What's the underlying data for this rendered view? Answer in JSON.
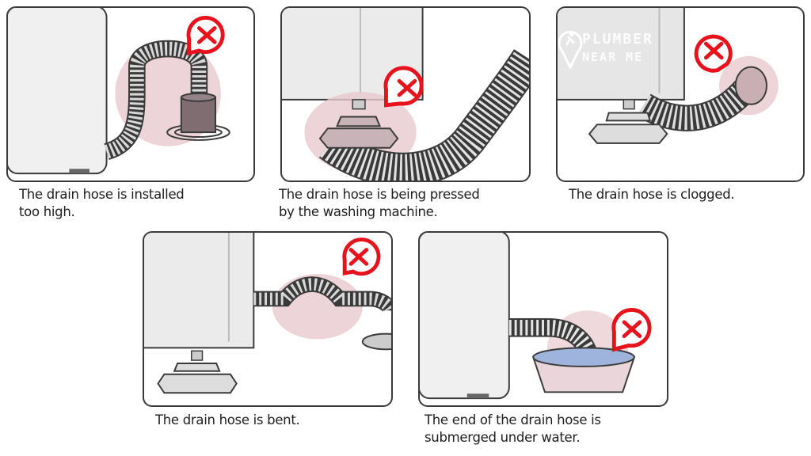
{
  "watermark": {
    "line1": "PLUMBER",
    "line2": "NEAR ME",
    "icon": "running-man-pin-icon"
  },
  "colors": {
    "error_red": "#e8121c",
    "highlight_pink": "#e9c9cf",
    "outline": "#3a3a3a",
    "machine_gray": "#e8e8e8",
    "water_blue": "#9fb4dc"
  },
  "panels": [
    {
      "id": "too-high",
      "caption_line1": "The drain hose is installed",
      "caption_line2": "too high.",
      "badge": "x-error-icon"
    },
    {
      "id": "pressed",
      "caption_line1": "The drain hose is being pressed",
      "caption_line2": "by the washing machine.",
      "badge": "x-error-icon"
    },
    {
      "id": "clogged",
      "caption_line1": "The drain hose is clogged.",
      "caption_line2": "",
      "badge": "x-error-icon"
    },
    {
      "id": "bent",
      "caption_line1": "The drain hose is bent.",
      "caption_line2": "",
      "badge": "x-error-icon"
    },
    {
      "id": "submerged",
      "caption_line1": "The end of the drain hose is",
      "caption_line2": "submerged under water.",
      "badge": "x-error-icon"
    }
  ]
}
